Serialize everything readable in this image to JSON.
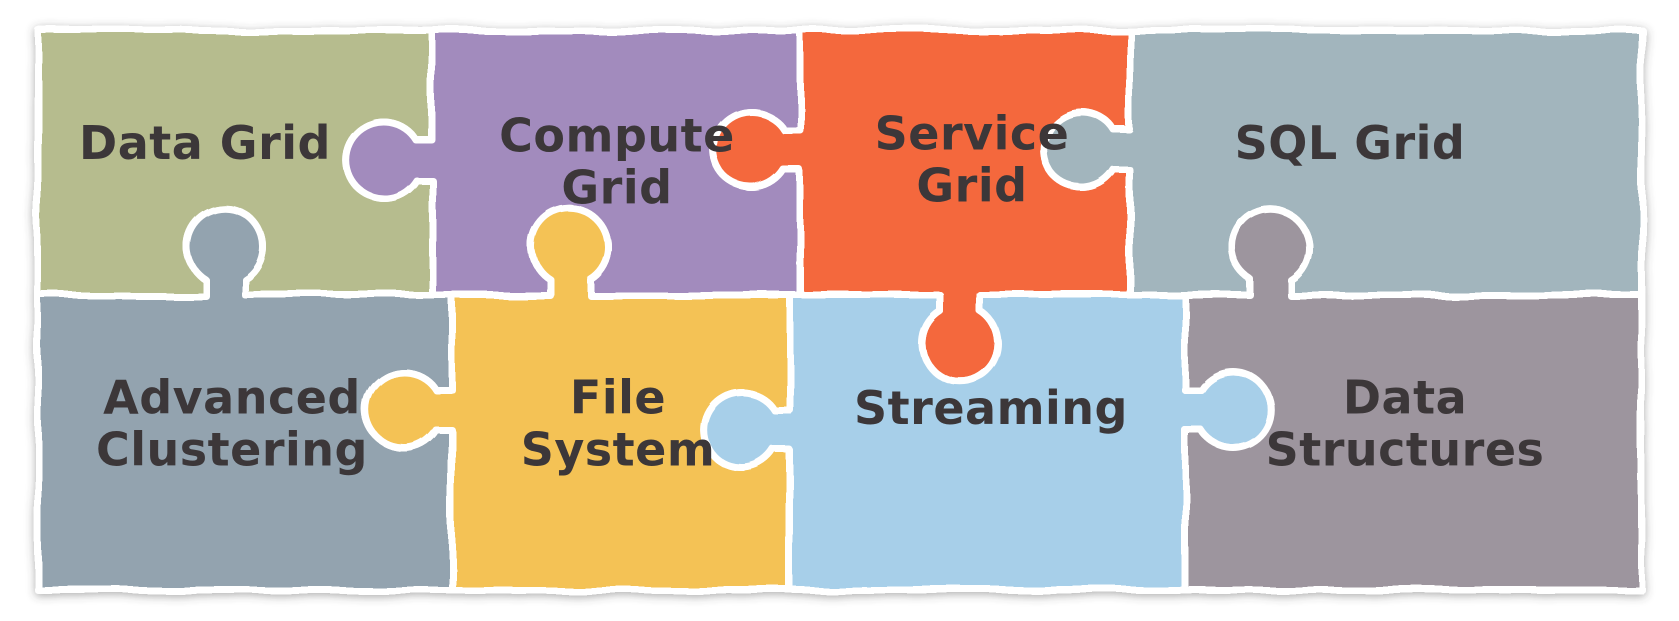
{
  "diagram": {
    "type": "puzzle-grid",
    "rows": 2,
    "columns": 4,
    "text_color": "#3c3739",
    "background": "#ffffff",
    "separator_color": "#ffffff",
    "pieces": [
      {
        "id": "data-grid",
        "label": "Data Grid",
        "color": "#b6bc8e"
      },
      {
        "id": "compute-grid",
        "label": "Compute\nGrid",
        "color": "#a28bbd"
      },
      {
        "id": "service-grid",
        "label": "Service\nGrid",
        "color": "#f4683c"
      },
      {
        "id": "sql-grid",
        "label": "SQL Grid",
        "color": "#a2b5bd"
      },
      {
        "id": "advanced-clustering",
        "label": "Advanced\nClustering",
        "color": "#93a3af"
      },
      {
        "id": "file-system",
        "label": "File\nSystem",
        "color": "#f4c254"
      },
      {
        "id": "streaming",
        "label": "Streaming",
        "color": "#a7cfe9"
      },
      {
        "id": "data-structures",
        "label": "Data\nStructures",
        "color": "#9d959e"
      }
    ]
  }
}
